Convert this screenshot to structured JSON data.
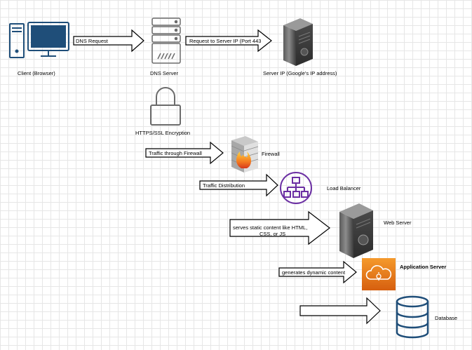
{
  "nodes": {
    "client": {
      "label": "Client (Browser)",
      "icon": "desktop-computer-icon"
    },
    "dns_server": {
      "label": "DNS Server",
      "icon": "server-rack-icon"
    },
    "server_ip": {
      "label": "Server IP (Google's IP address)",
      "icon": "tower-server-icon"
    },
    "ssl": {
      "label": "HTTPS/SSL Encryption",
      "icon": "padlock-icon"
    },
    "firewall": {
      "label": "Firewall",
      "icon": "firewall-icon"
    },
    "load_balancer": {
      "label": "Load Balancer",
      "icon": "load-balancer-icon",
      "color": "#6b2fa3"
    },
    "web_server": {
      "label": "Web Server",
      "icon": "tower-server-icon"
    },
    "app_server": {
      "label": "Application Server",
      "icon": "cloud-gear-icon",
      "color": "#e8761b"
    },
    "database": {
      "label": "Database",
      "icon": "database-icon",
      "color": "#1f4e79"
    }
  },
  "edges": {
    "dns_request": "DNS Request",
    "request_server_ip": "Request to Server IP (Port 443",
    "traffic_firewall": "Traffic through Firewall",
    "traffic_distribution": "Traffic Distribution",
    "static_content_1": "serves static content like HTML,",
    "static_content_2": "CSS, or JS",
    "dynamic_content": "generates dynamic content",
    "to_database": ""
  },
  "colors": {
    "client_blue": "#1f4e79",
    "server_gray": "#6b6b6b",
    "arrow_stroke": "#000000",
    "grid": "#e6e6e6"
  }
}
